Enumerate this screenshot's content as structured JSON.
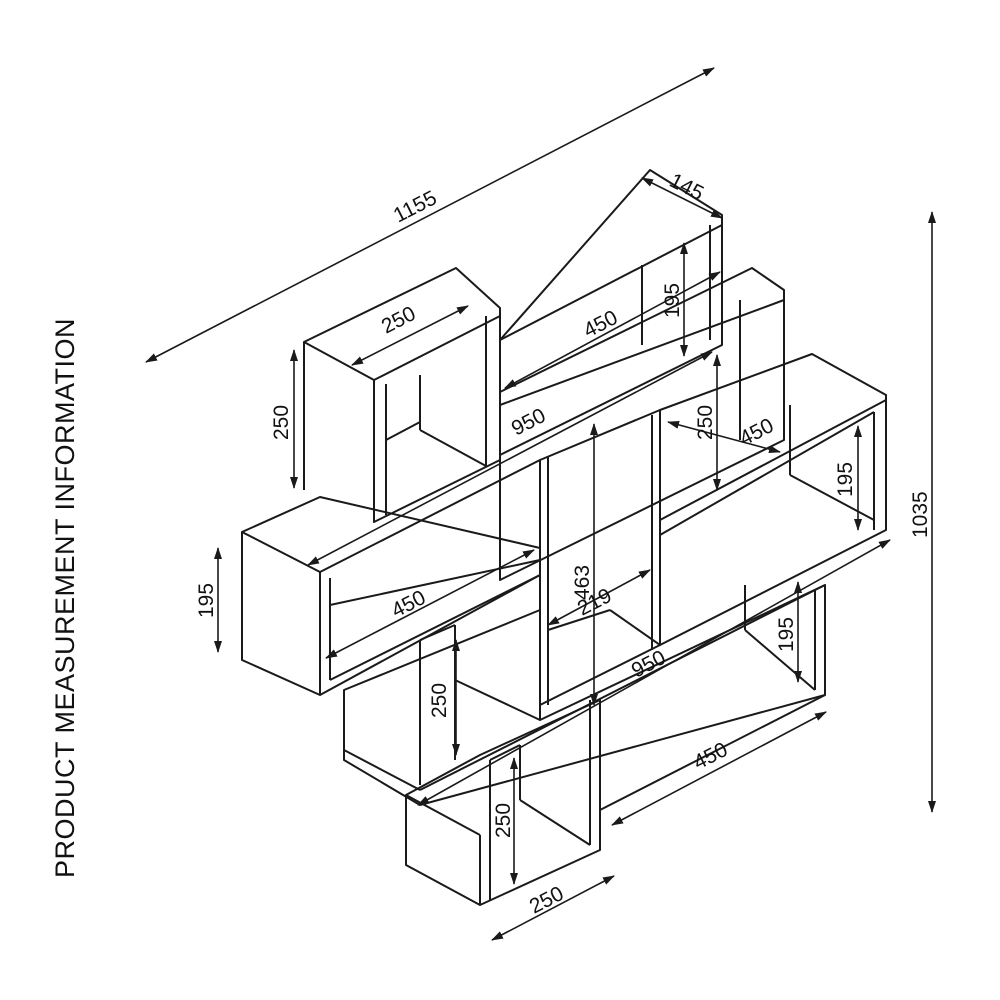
{
  "title": "PRODUCT MEASUREMENT INFORMATION",
  "dimensions": {
    "overall_width": "1155",
    "overall_height": "1035",
    "depth": "145",
    "top_box_width": "250",
    "top_box_height": "250",
    "top_shelf_width": "450",
    "top_shelf_height": "195",
    "upper_board_length": "950",
    "right_box_height": "250",
    "right_box_width": "450",
    "right_shelf_height": "195",
    "left_shelf_height": "195",
    "left_shelf_width": "450",
    "center_height": "463",
    "center_width": "219",
    "lower_board_length": "950",
    "lower_left_height": "250",
    "lower_right_height": "195",
    "lower_right_width": "450",
    "bottom_box_height": "250",
    "bottom_box_width": "250"
  }
}
